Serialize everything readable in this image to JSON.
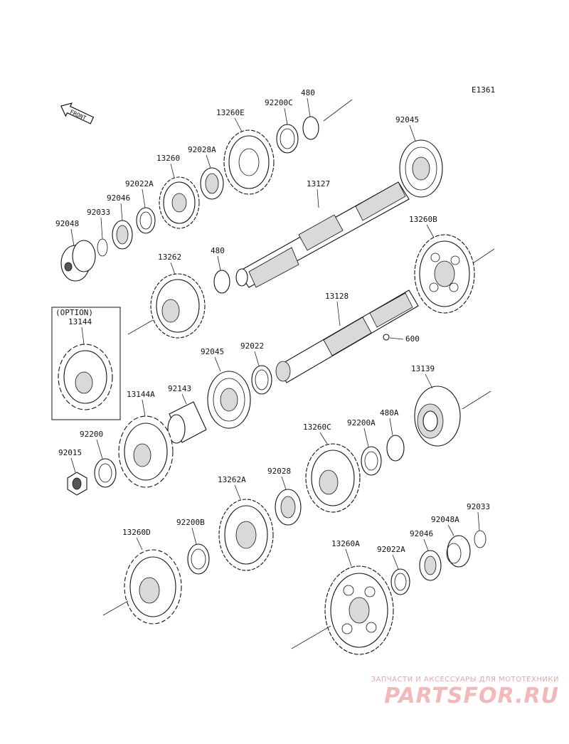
{
  "diagram_code": "E1361",
  "front_marker": "FRONT",
  "option_label": "(OPTION)",
  "parts": {
    "p92048": "92048",
    "p92033": "92033",
    "p92046": "92046",
    "p92022A": "92022A",
    "p13260": "13260",
    "p92028A": "92028A",
    "p13260E": "13260E",
    "p92200C": "92200C",
    "p480_top": "480",
    "p92045_top": "92045",
    "p13127": "13127",
    "p13260B": "13260B",
    "p13262": "13262",
    "p480_mid": "480",
    "p13144": "13144",
    "p13128": "13128",
    "p600": "600",
    "p92045_mid": "92045",
    "p92022": "92022",
    "p13144A": "13144A",
    "p92143": "92143",
    "p13139": "13139",
    "p92200": "92200",
    "p92015": "92015",
    "p13260C": "13260C",
    "p92200A": "92200A",
    "p480A": "480A",
    "p13262A": "13262A",
    "p92028": "92028",
    "p92033_low": "92033",
    "p92048A": "92048A",
    "p92046_low": "92046",
    "p13260D": "13260D",
    "p92200B": "92200B",
    "p13260A": "13260A",
    "p92022A_low": "92022A"
  },
  "watermark": {
    "subtitle": "ЗАПЧАСТИ И АКСЕССУАРЫ ДЛЯ МОТОТЕХНИКИ",
    "brand": "PARTSFOR.RU"
  }
}
